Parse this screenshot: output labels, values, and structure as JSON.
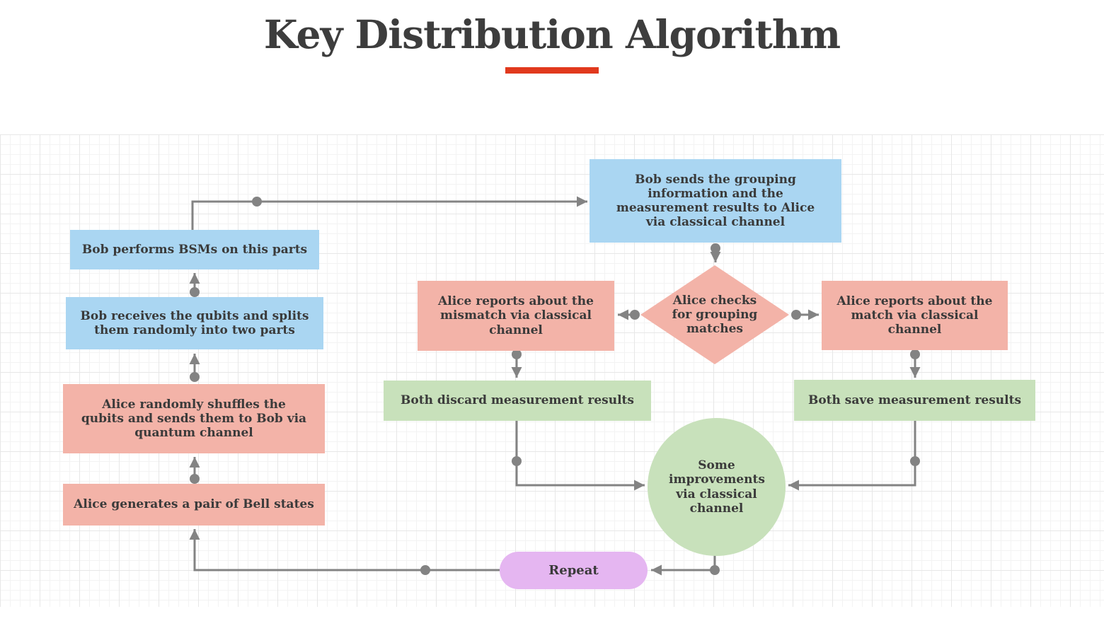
{
  "title": "Key Distribution Algorithm",
  "nodes": {
    "bob_performs": {
      "label": "Bob performs BSMs on this parts",
      "color": "#aad6f2"
    },
    "bob_receives": {
      "label": "Bob receives the qubits and splits them randomly into two parts",
      "color": "#aad6f2"
    },
    "alice_shuffles": {
      "label": "Alice randomly shuffles the qubits and sends them to Bob via quantum channel",
      "color": "#f3b3a8"
    },
    "alice_generates": {
      "label": "Alice generates a pair of Bell states",
      "color": "#f3b3a8"
    },
    "bob_sends": {
      "label": "Bob sends the grouping information and the measurement results to Alice via classical channel",
      "color": "#aad6f2"
    },
    "alice_checks": {
      "label": "Alice checks for grouping matches",
      "color": "#f3b3a8",
      "shape": "diamond"
    },
    "alice_reports_mismatch": {
      "label": "Alice reports about the mismatch via classical channel",
      "color": "#f3b3a8"
    },
    "alice_reports_match": {
      "label": "Alice reports about the match via classical channel",
      "color": "#f3b3a8"
    },
    "both_discard": {
      "label": "Both discard measurement results",
      "color": "#c8e1bb"
    },
    "both_save": {
      "label": "Both save measurement results",
      "color": "#c8e1bb"
    },
    "improvements": {
      "label": "Some improvements via classical channel",
      "color": "#c8e1bb",
      "shape": "circle"
    },
    "repeat": {
      "label": "Repeat",
      "color": "#e5b6f1",
      "shape": "pill"
    }
  },
  "colors": {
    "blue": "#aad6f2",
    "red": "#f3b3a8",
    "green": "#c8e1bb",
    "purple": "#e5b6f1",
    "arrow": "#838383",
    "text": "#3a3a3a",
    "accent_red": "#e1391d",
    "grid_major": "#e7e7e7",
    "grid_minor": "#f3f3f3"
  }
}
